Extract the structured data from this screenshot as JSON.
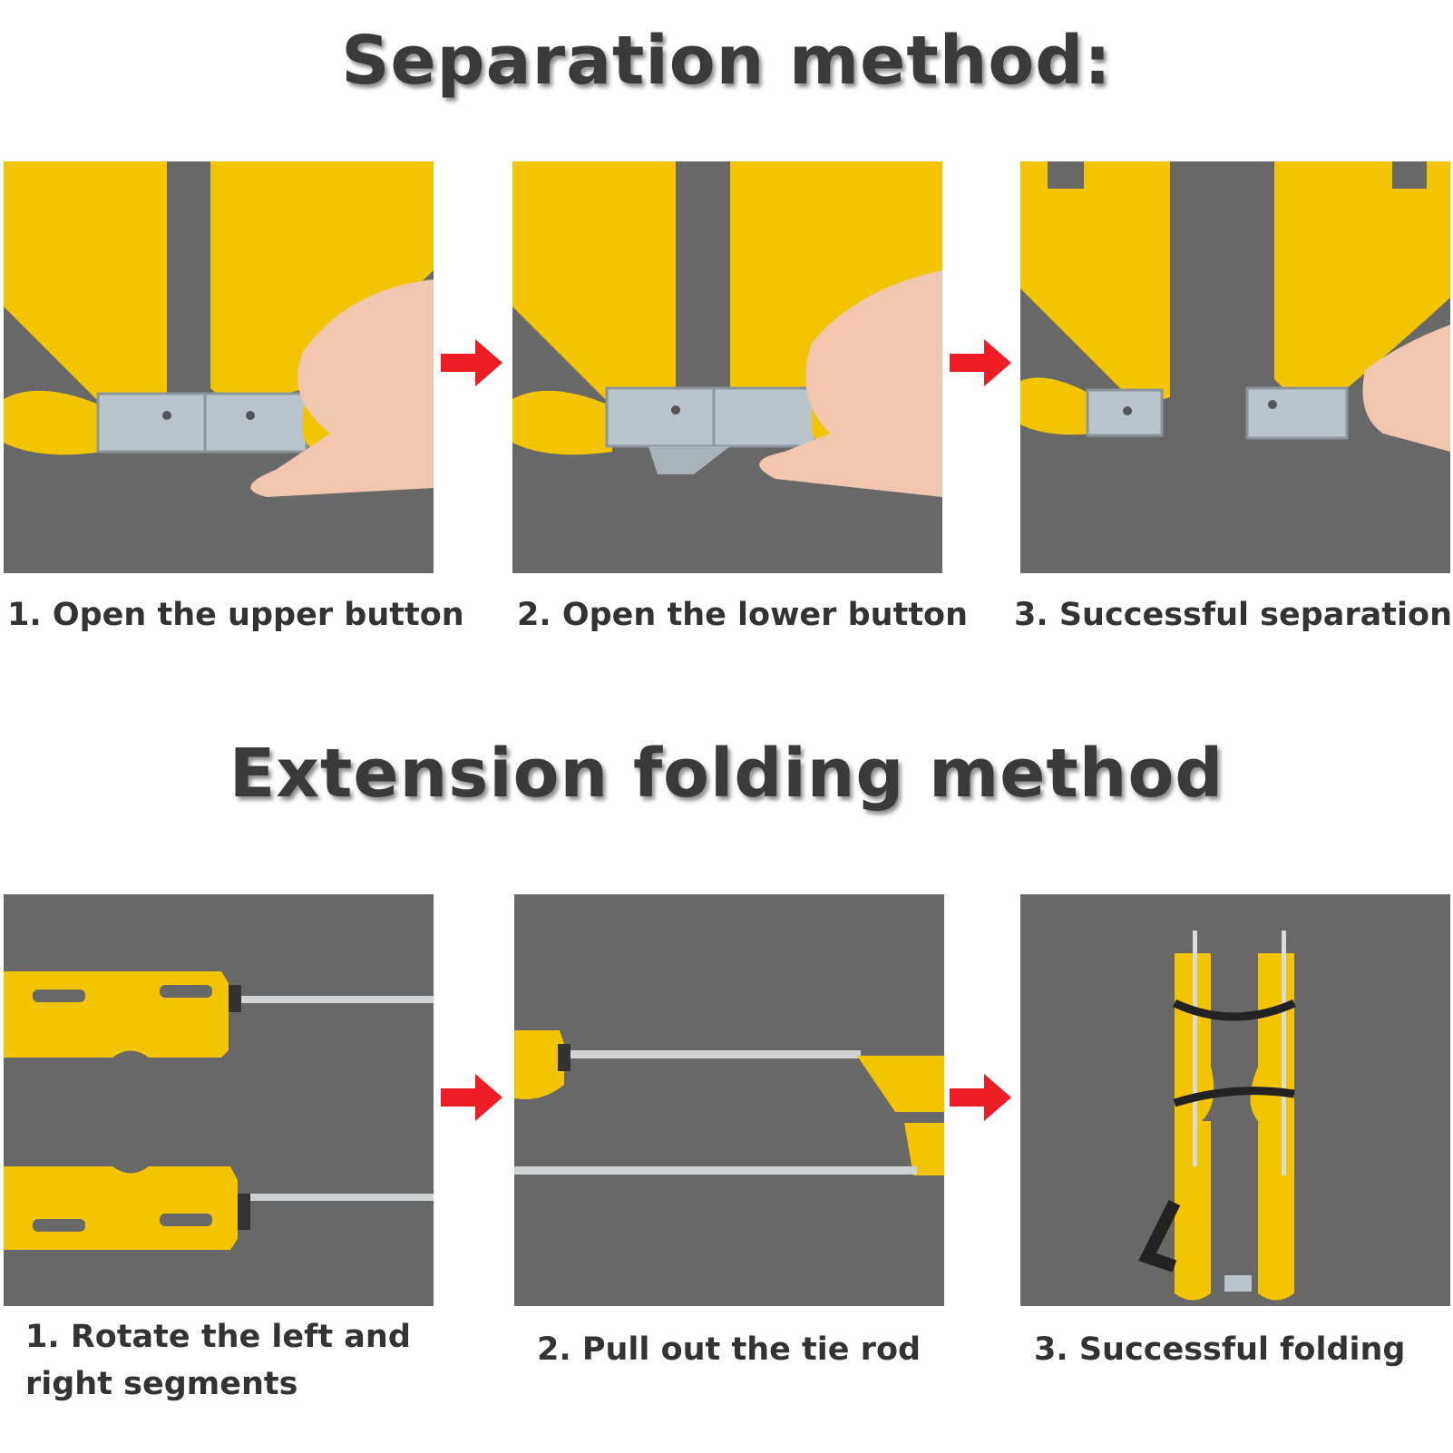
{
  "sections": [
    {
      "title": "Separation method:",
      "steps": [
        {
          "caption": "1. Open the upper button"
        },
        {
          "caption": "2. Open the lower button"
        },
        {
          "caption": "3. Successful separation"
        }
      ]
    },
    {
      "title": "Extension folding method",
      "steps": [
        {
          "caption_line1": "1. Rotate the left and",
          "caption_line2": "right segments"
        },
        {
          "caption": "2. Pull out the tie rod"
        },
        {
          "caption": "3. Successful folding"
        }
      ]
    }
  ],
  "colors": {
    "panel_bg": "#686868",
    "stretcher_yellow": "#f2c500",
    "arrow_red": "#ee1c24",
    "heading_text": "#3a3a3a"
  },
  "icons": [
    "red-arrow-icon"
  ]
}
